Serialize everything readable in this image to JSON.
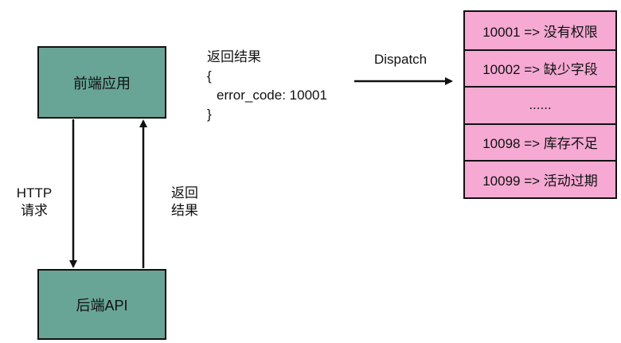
{
  "frontend": {
    "label": "前端应用"
  },
  "backend": {
    "label": "后端API"
  },
  "request_label": {
    "line1": "HTTP",
    "line2": "请求"
  },
  "return_label": {
    "line1": "返回",
    "line2": "结果"
  },
  "response": {
    "title": "返回结果",
    "open_brace": "{",
    "body": "error_code: 10001",
    "close_brace": "}"
  },
  "dispatch_label": "Dispatch",
  "error_table": [
    "10001 => 没有权限",
    "10002 => 缺少字段",
    "......",
    "10098 => 库存不足",
    "10099 => 活动过期"
  ],
  "colors": {
    "service_box": "#68a596",
    "error_table_bg": "#f5a9d3",
    "stroke": "#111111"
  }
}
